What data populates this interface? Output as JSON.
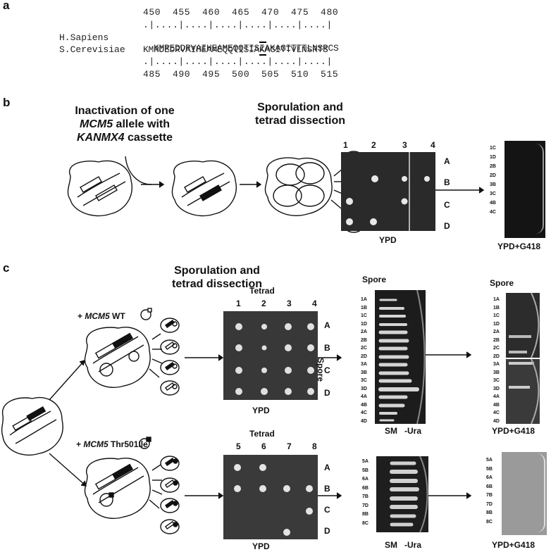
{
  "panel_a": {
    "letter": "a",
    "top_numbers": "450  455  460  465  470  475  480",
    "top_dots": ".|....|....|....|....|....|....|",
    "human_label": "H.Sapiens",
    "human_seq": "KMREDDRVAIHEAMEQQTISIAKAGITTTLNSRCS",
    "yeast_label": "S.Cerevisiae",
    "yeast_seq": "KMRDEDRVAIHEAMEQQTISIAKAGITTVLNSRTS",
    "highlight_residue": "T",
    "bottom_dots": ".|....|....|....|....|....|....|",
    "bottom_numbers": "485  490  495  500  505  510  515"
  },
  "panel_b": {
    "letter": "b",
    "title1_line1": "Inactivation of one",
    "title1_gene": "MCM5",
    "title1_line2_rest": " allele with",
    "title1_cassette": "KANMX4",
    "title1_line3_rest": " cassette",
    "title2_line1": "Sporulation and",
    "title2_line2": "tetrad dissection",
    "columns": [
      "1",
      "2",
      "3",
      "4"
    ],
    "rows": [
      "A",
      "B",
      "C",
      "D"
    ],
    "plate_label": "YPD",
    "g418_spores": [
      "1C",
      "1D",
      "2B",
      "2D",
      "3B",
      "3C",
      "4B",
      "4C"
    ],
    "g418_label": "YPD+G418"
  },
  "panel_c": {
    "letter": "c",
    "title_line1": "Sporulation and",
    "title_line2": "tetrad dissection",
    "wt_prefix": "+ ",
    "wt_gene": "MCM5",
    "wt_suffix": " WT",
    "mut_prefix": "+ ",
    "mut_gene": "MCM5",
    "mut_suffix": " Thr501Ile",
    "tetrad_label": "Tetrad",
    "tetrad_cols_top": [
      "1",
      "2",
      "3",
      "4"
    ],
    "tetrad_cols_bottom": [
      "5",
      "6",
      "7",
      "8"
    ],
    "rows": [
      "A",
      "B",
      "C",
      "D"
    ],
    "spore_side_label": "Spore",
    "plate_label_top": "YPD",
    "plate_label_bottom": "YPD",
    "spore_header": "Spore",
    "spore_header2": "Spore",
    "sm_spores_top": [
      "1A",
      "1B",
      "1C",
      "1D",
      "2A",
      "2B",
      "2C",
      "2D",
      "3A",
      "3B",
      "3C",
      "3D",
      "4A",
      "4B",
      "4C",
      "4D"
    ],
    "g418_spores_top": [
      "1A",
      "1B",
      "1C",
      "1D",
      "2A",
      "2B",
      "2C",
      "2D",
      "3A",
      "3B",
      "3C",
      "3D",
      "4A",
      "4B",
      "4C",
      "4D"
    ],
    "sm_label_top": "SM   -Ura",
    "g418_label_top": "YPD+G418",
    "sm_spores_bottom": [
      "5A",
      "5B",
      "6A",
      "6B",
      "7B",
      "7D",
      "8B",
      "8C"
    ],
    "g418_spores_bottom": [
      "5A",
      "5B",
      "6A",
      "6B",
      "7B",
      "7D",
      "8B",
      "8C"
    ],
    "sm_label_bottom": "SM   -Ura",
    "g418_label_bottom": "YPD+G418"
  }
}
